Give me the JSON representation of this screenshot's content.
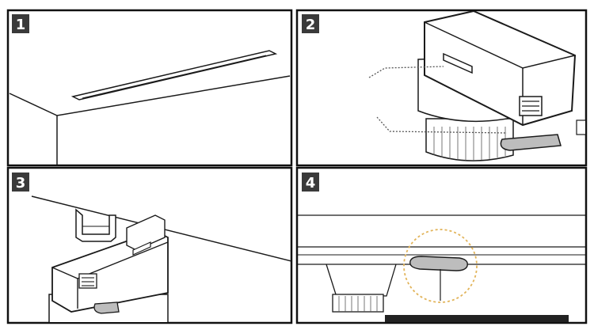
{
  "steps": [
    {
      "number": "1"
    },
    {
      "number": "2"
    },
    {
      "number": "3"
    },
    {
      "number": "4"
    }
  ],
  "colors": {
    "frame": "#111111",
    "line": "#1a1a1a",
    "badge": "#3a3a3a",
    "tab": "#bdbdbd",
    "highlight": "#e2b45a"
  }
}
